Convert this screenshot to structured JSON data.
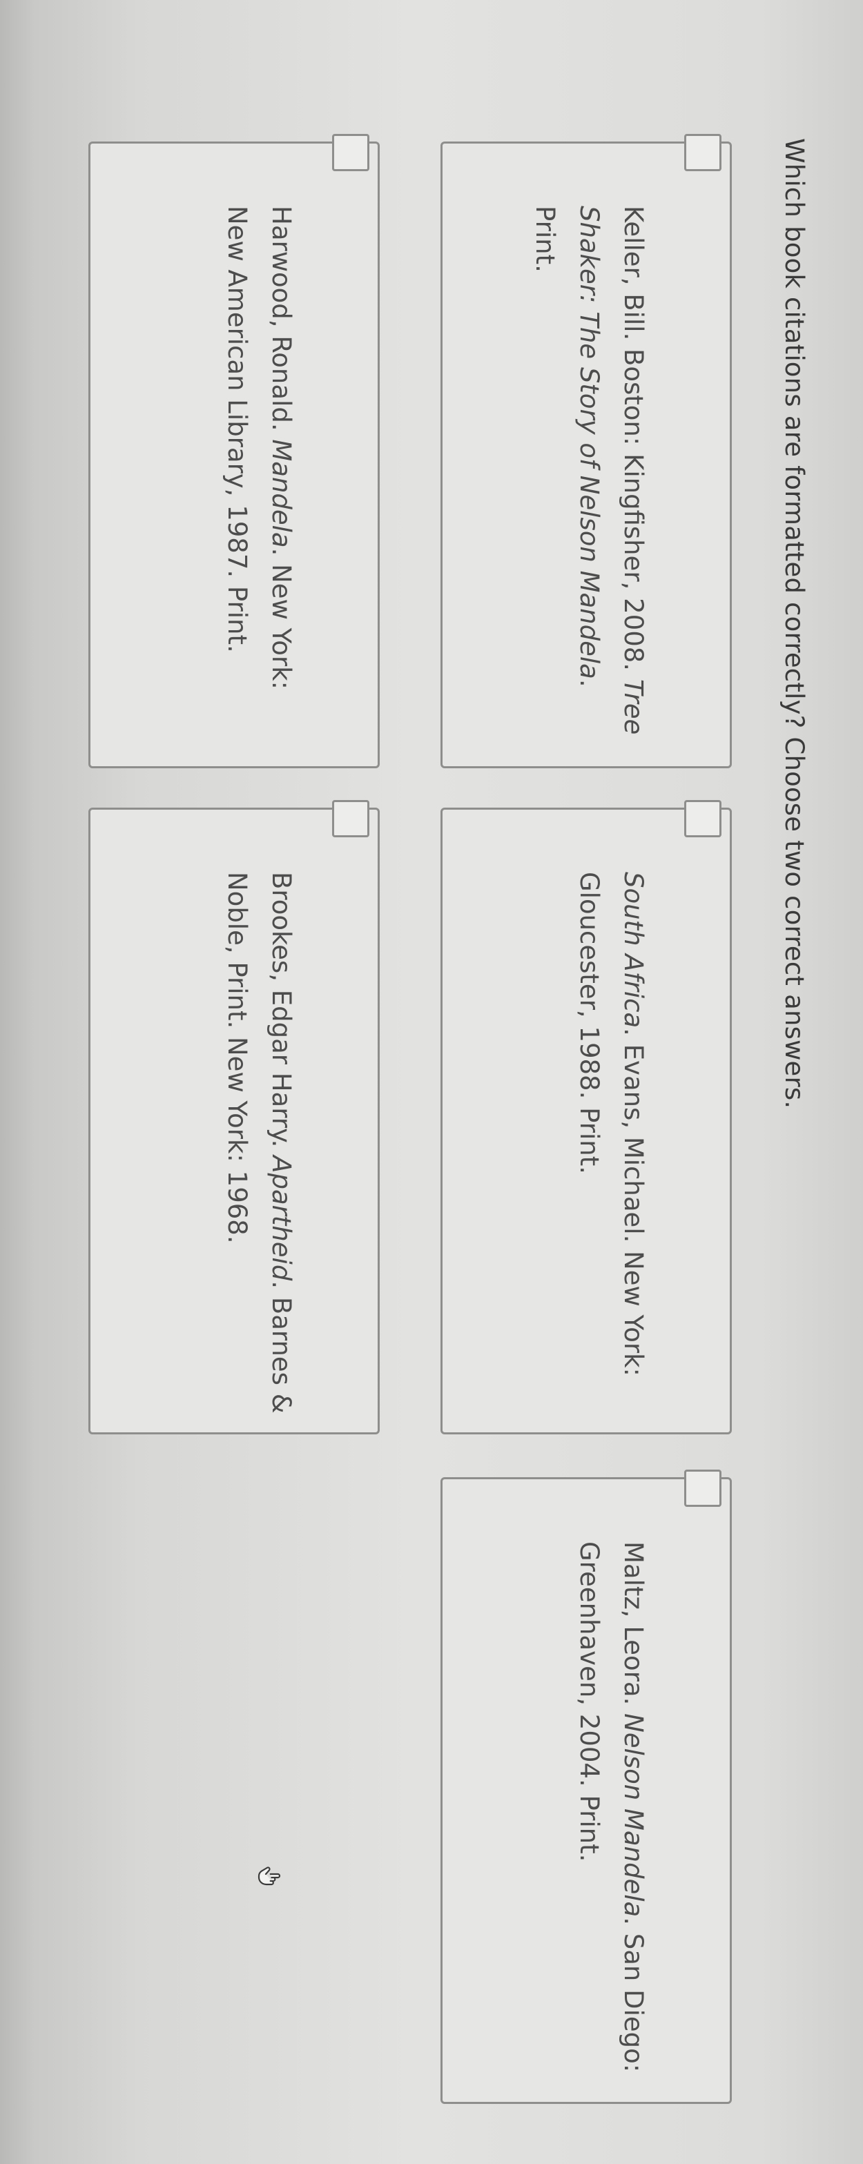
{
  "question": "Which book citations are formatted correctly? Choose two correct answers.",
  "options": [
    {
      "parts": [
        {
          "text": "Keller, Bill. Boston: Kingfisher, 2008. ",
          "italic": false
        },
        {
          "text": "Tree Shaker: The Story of Nelson Mandela",
          "italic": true
        },
        {
          "text": ". Print.",
          "italic": false
        }
      ],
      "checked": false
    },
    {
      "parts": [
        {
          "text": "South Africa",
          "italic": true
        },
        {
          "text": ". Evans, Michael. New York: Gloucester, 1988. Print.",
          "italic": false
        }
      ],
      "checked": false
    },
    {
      "parts": [
        {
          "text": "Maltz, Leora. ",
          "italic": false
        },
        {
          "text": "Nelson Mandela",
          "italic": true
        },
        {
          "text": ". San Diego: Greenhaven, 2004. Print.",
          "italic": false
        }
      ],
      "checked": false
    },
    {
      "parts": [
        {
          "text": "Harwood, Ronald. ",
          "italic": false
        },
        {
          "text": "Mandela",
          "italic": true
        },
        {
          "text": ". New York: New American Library, 1987. Print.",
          "italic": false
        }
      ],
      "checked": false
    },
    {
      "parts": [
        {
          "text": "Brookes, Edgar Harry. ",
          "italic": false
        },
        {
          "text": "Apartheid",
          "italic": true
        },
        {
          "text": ". Barnes & Noble, Print. New York: 1968.",
          "italic": false
        }
      ],
      "checked": false
    }
  ],
  "cursor_icon": "hand-pointer-icon"
}
